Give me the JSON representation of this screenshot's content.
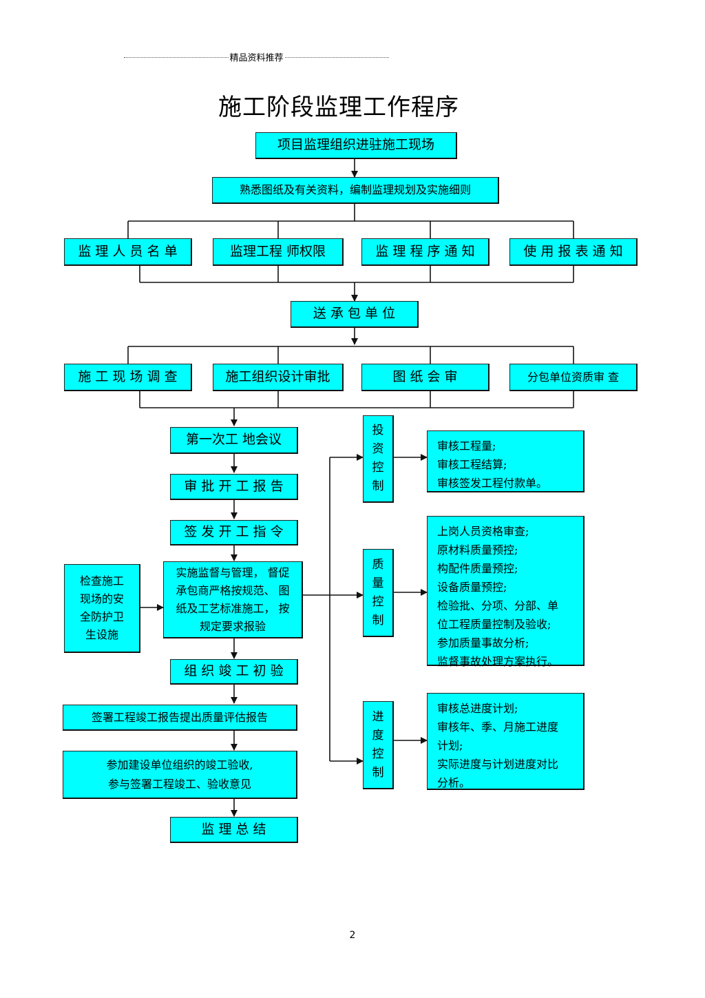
{
  "header": {
    "label": "精品资料推荐"
  },
  "title": "施工阶段监理工作程序",
  "steps": {
    "s1": "项目监理组织进驻施工现场",
    "s2": "熟悉图纸及有关资料，编制监理规划及实施细则",
    "row1": [
      "监 理 人 员 名 单",
      "监理工程 师权限",
      "监 理 程 序 通 知",
      "使 用 报 表 通 知"
    ],
    "s3": "送 承 包 单 位",
    "row2": [
      "施 工 现 场 调 查",
      "施工组织设计审批",
      "图 纸 会 审",
      "分包单位资质审 查"
    ],
    "s4": "第一次工 地会议",
    "s5": "审 批 开 工 报 告",
    "s6": "签 发 开 工 指 令",
    "s7": [
      "实施监督与管理， 督促",
      "承包商严格按规范、 图",
      "纸及工艺标准施工， 按",
      "规定要求报验"
    ],
    "s8": "组 织 竣 工 初 验",
    "s9": "签署工程竣工报告提出质量评估报告",
    "s10": [
      "参加建设单位组织的竣工验收,",
      "参与签署工程竣工、验收意见"
    ],
    "s11": "监 理 总 结"
  },
  "safety": [
    "检查施工",
    "现场的安",
    "全防护卫",
    "生设施"
  ],
  "controls": {
    "invest": {
      "label": [
        "投",
        "资",
        "控",
        "制"
      ],
      "items": [
        "审核工程量;",
        "审核工程结算;",
        "审核签发工程付款单。"
      ]
    },
    "quality": {
      "label": [
        "质",
        "量",
        "控",
        "制"
      ],
      "items": [
        "上岗人员资格审查;",
        "原材料质量预控;",
        "构配件质量预控;",
        "设备质量预控;",
        "检验批、分项、分部、单",
        "位工程质量控制及验收;",
        "参加质量事故分析;",
        "监督事故处理方案执行。"
      ]
    },
    "progress": {
      "label": [
        "进",
        "度",
        "控",
        "制"
      ],
      "items": [
        "审核总进度计划;",
        "审核年、季、月施工进度",
        "计划;",
        "实际进度与计划进度对比",
        "分析。"
      ]
    }
  },
  "page_number": "2"
}
